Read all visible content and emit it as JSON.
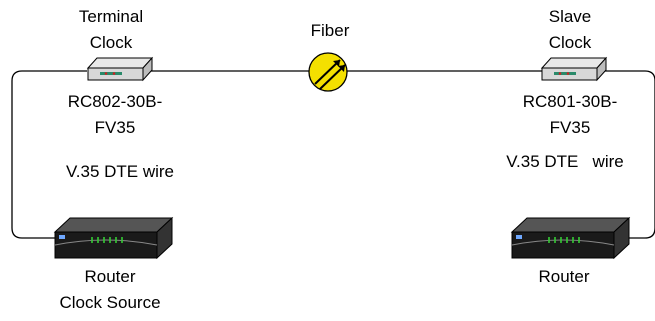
{
  "left": {
    "terminal_clock_line1": "Terminal",
    "terminal_clock_line2": "Clock",
    "device_model_line1": "RC802-30B-",
    "device_model_line2": "FV35",
    "wire_label": "V.35 DTE wire",
    "router_label": "Router",
    "router_sub_label": "Clock Source"
  },
  "center": {
    "fiber_label": "Fiber"
  },
  "right": {
    "slave_clock_line1": "Slave",
    "slave_clock_line2": "Clock",
    "device_model_line1": "RC801-30B-",
    "device_model_line2": "FV35",
    "wire_label": "V.35 DTE   wire",
    "router_label": "Router"
  },
  "colors": {
    "device_fill": "#d8d8d8",
    "device_stripe": "#2a8a6a",
    "fiber_circle": "#f4e000",
    "router_body": "#1a1a1a",
    "router_leds": "#33cc33"
  }
}
